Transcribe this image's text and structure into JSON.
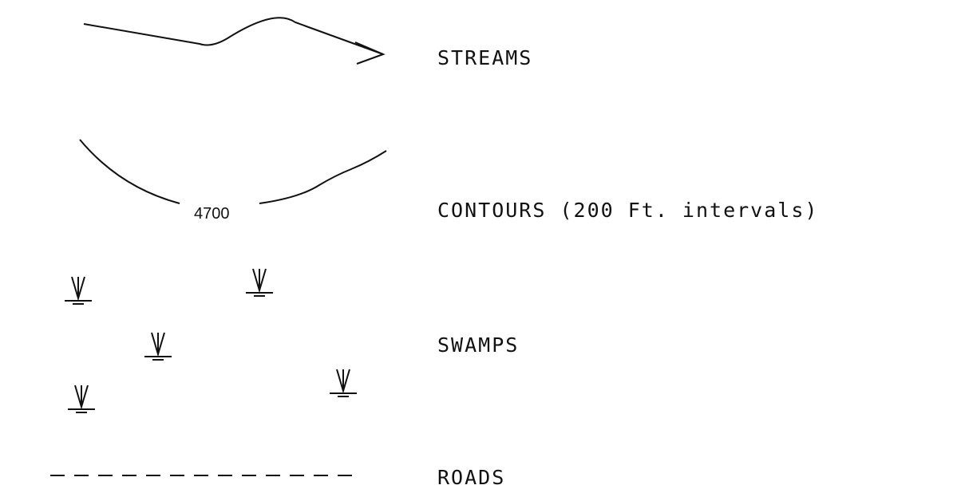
{
  "legend": {
    "entries": [
      {
        "id": "streams",
        "label": "STREAMS",
        "symbol": "stream-arrow-line"
      },
      {
        "id": "contours",
        "label": "CONTOURS (200  Ft. intervals)",
        "symbol": "contour-curve",
        "contour_value": "4700"
      },
      {
        "id": "swamps",
        "label": "SWAMPS",
        "symbol": "swamp-marsh-symbol"
      },
      {
        "id": "roads",
        "label": "ROADS",
        "symbol": "dashed-line"
      }
    ]
  },
  "colors": {
    "ink": "#111111",
    "background": "#ffffff"
  }
}
